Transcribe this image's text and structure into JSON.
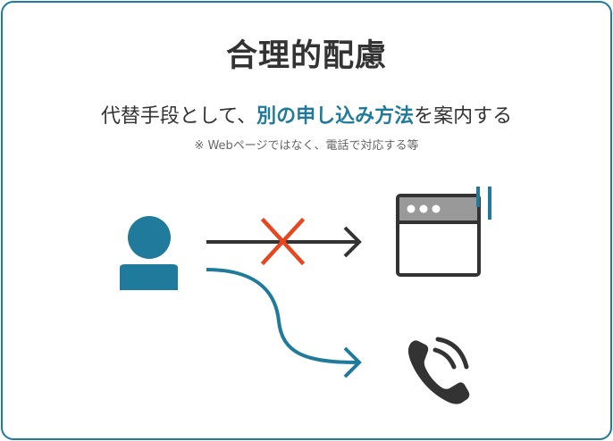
{
  "title": "合理的配慮",
  "subtitle": {
    "pre": "代替手段として、",
    "highlight": "別の申し込み方法",
    "post": "を案内する"
  },
  "note": "※ Webページではなく、電話で対応する等",
  "icons": {
    "person": "person-icon",
    "blocked": "cross-mark-icon",
    "web": "browser-window-icon",
    "phone": "phone-ringing-icon"
  },
  "colors": {
    "accent": "#1f7a9c",
    "dark": "#333333",
    "cross": "#e8461e",
    "window_bar": "#999999"
  }
}
